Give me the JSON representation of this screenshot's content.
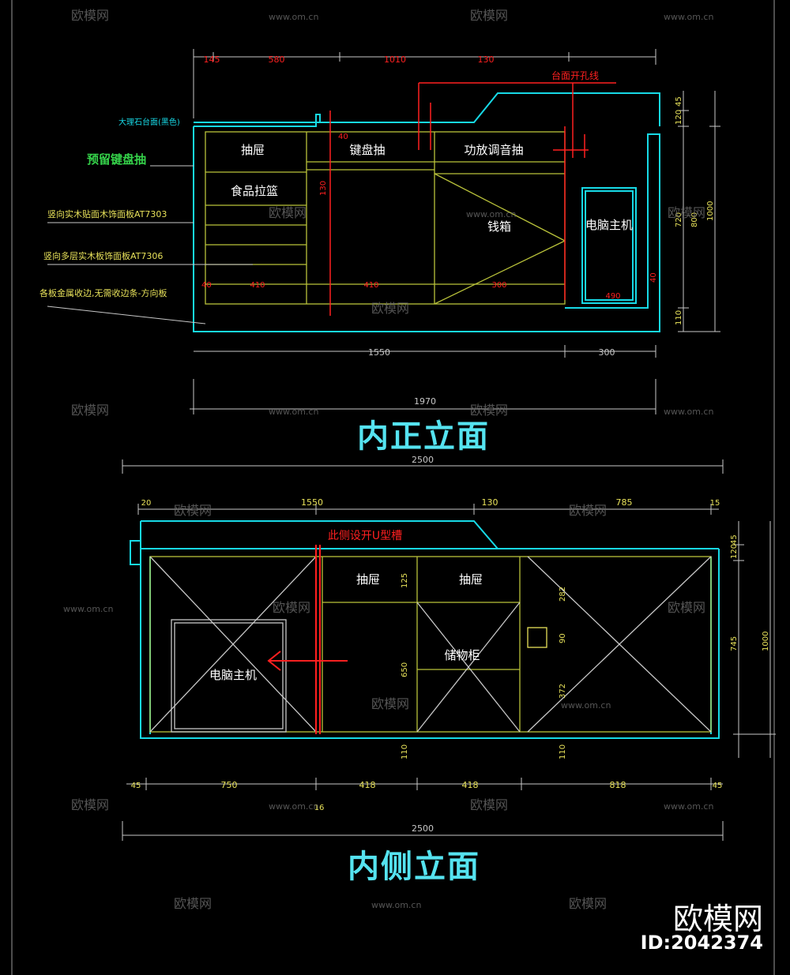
{
  "colors": {
    "background": "#000000",
    "cabinet": "#17d9e6",
    "inner": "#b9c23a",
    "dim": "#c8c8c8",
    "label_yellow": "#e8e25a",
    "label_green": "#35d24a",
    "red": "#ff2020",
    "white": "#ffffff",
    "title": "#55e3f0"
  },
  "front": {
    "title": "内正立面",
    "top_dims": [
      "145",
      "580",
      "1010",
      "130"
    ],
    "bottom_dims": [
      "1550",
      "300"
    ],
    "overall": "1970",
    "right_dims": [
      "45",
      "120",
      "720",
      "800",
      "1000",
      "110"
    ],
    "inner_dims": [
      "40",
      "40",
      "410",
      "410",
      "300",
      "130",
      "490",
      "40"
    ],
    "annotation_top": "台面开孔线",
    "labels": {
      "drawer": "抽屉",
      "keyboard": "键盘抽",
      "amp": "功放调音抽",
      "food": "食品拉篮",
      "safe": "钱箱",
      "pc": "电脑主机"
    },
    "notes": [
      "大理石台面(黑色)",
      "预留键盘抽",
      "竖向实木贴面木饰面板AT7303",
      "竖向多层实木板饰面板AT7306",
      "各板金属收边,无需收边条-方向板"
    ]
  },
  "side": {
    "title": "内侧立面",
    "top_dims": [
      "20",
      "1550",
      "130",
      "785",
      "15"
    ],
    "overall": "2500",
    "bottom_dims": [
      "45",
      "750",
      "418",
      "418",
      "818",
      "45"
    ],
    "small_dim": "16",
    "right_dims": [
      "45",
      "120",
      "745",
      "1000"
    ],
    "inner_dims": [
      "125",
      "650",
      "110",
      "282",
      "90",
      "372",
      "110"
    ],
    "annotation_top": "此侧设开U型槽",
    "labels": {
      "pc": "电脑主机",
      "drawer1": "抽屉",
      "drawer2": "抽屉",
      "cabinet": "储物柜"
    }
  },
  "watermark": {
    "brand": "欧模网",
    "site": "www.om.cn",
    "id": "ID:2042374"
  }
}
